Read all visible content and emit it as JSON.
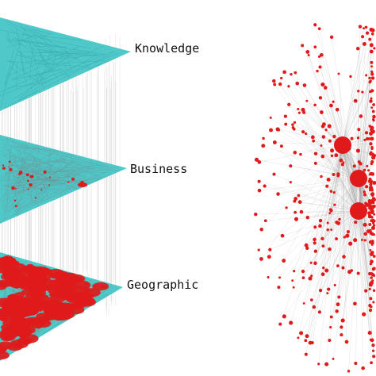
{
  "layers": [
    {
      "id": "knowledge",
      "label": "Knowledge",
      "fill": "#4fc8c9",
      "density": "sparse"
    },
    {
      "id": "business",
      "label": "Business",
      "fill": "#4fc8c9",
      "density": "medium"
    },
    {
      "id": "geographic",
      "label": "Geographic",
      "fill": "#4fc8c9",
      "density": "dense"
    }
  ],
  "colors": {
    "layer_fill": "#4fc8c9",
    "node": "#e01a1a",
    "edge": "#9a9a9a",
    "interlayer_line": "#c8c8c8",
    "background": "#ffffff"
  },
  "network_panel": {
    "description_only": false,
    "hub_count": 3
  }
}
